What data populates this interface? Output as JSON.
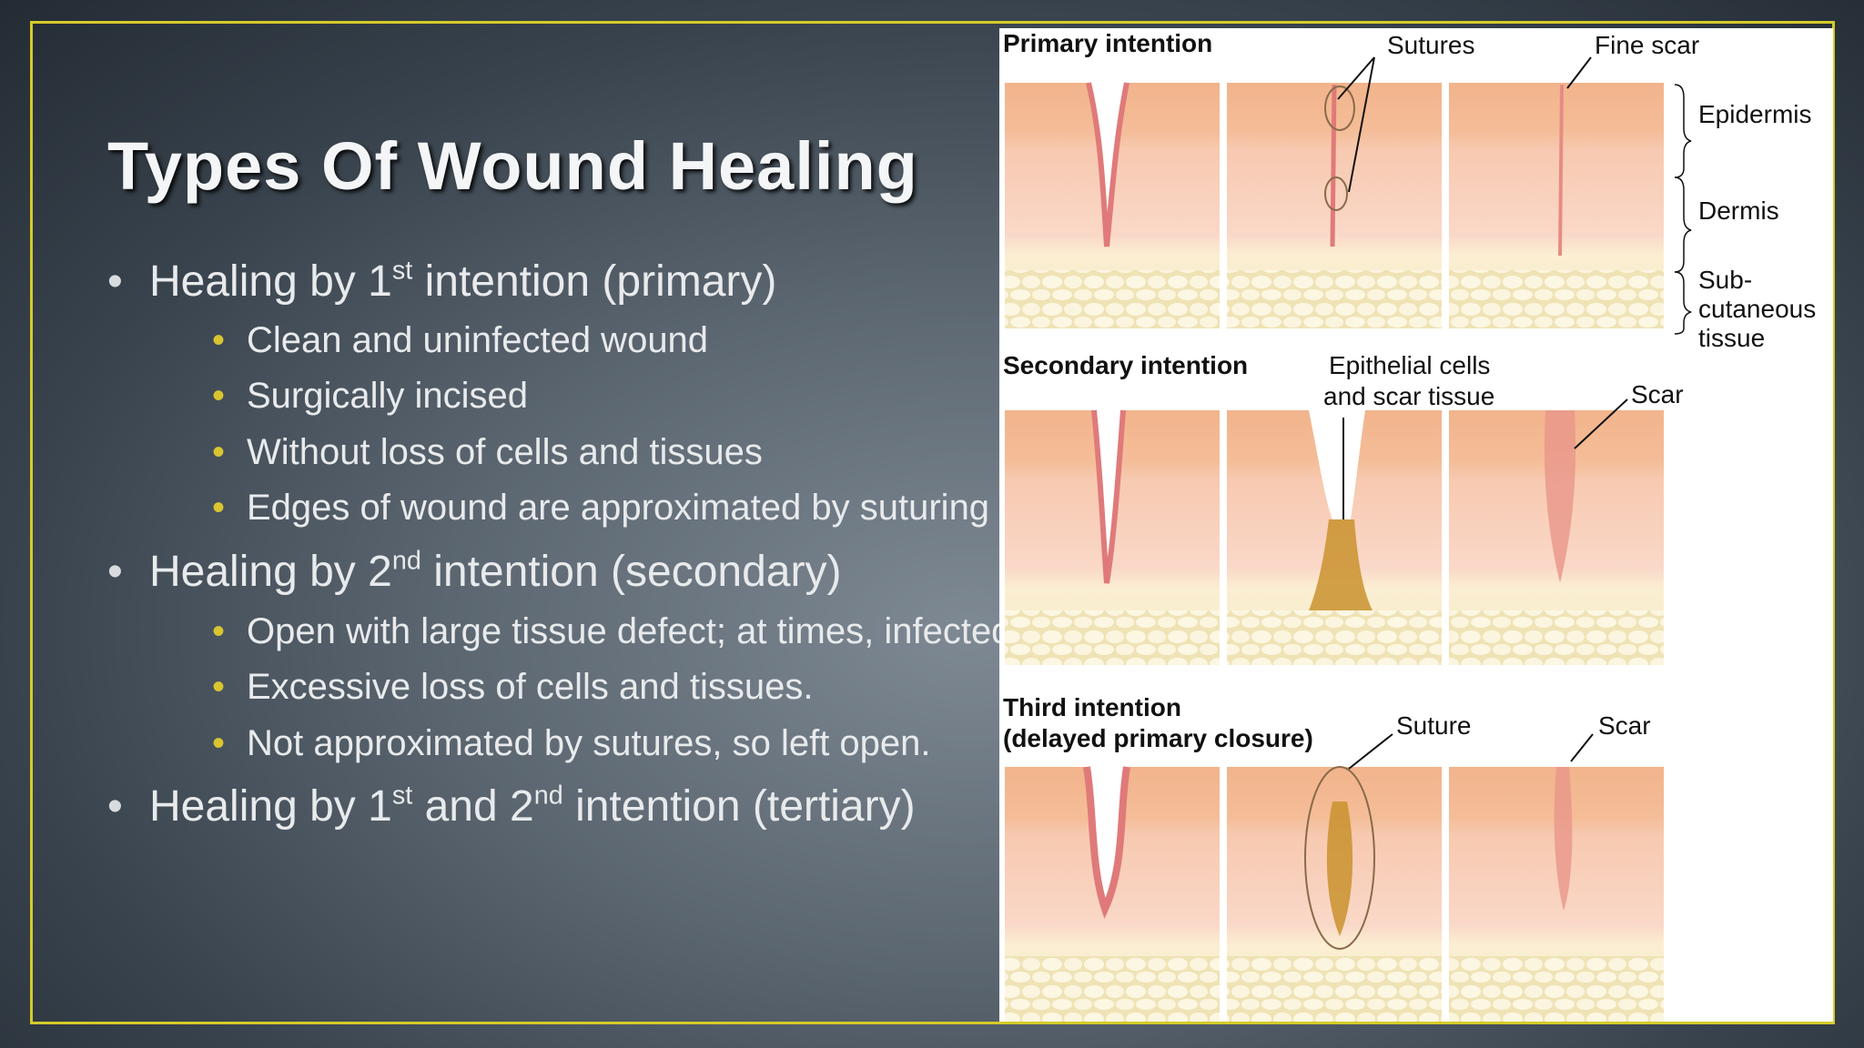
{
  "slide": {
    "title": "Types Of Wound Healing",
    "colors": {
      "frame": "#d4cb2a",
      "sub_bullet": "#d9c530",
      "text": "#e8eaec"
    }
  },
  "bullets": [
    {
      "pre": "Healing by 1",
      "sup1": "st",
      "mid": "",
      "sup2": "",
      "post": " intention (primary)",
      "items": [
        "Clean and uninfected wound",
        "Surgically incised",
        "Without loss of cells and tissues",
        "Edges of wound are approximated by suturing"
      ]
    },
    {
      "pre": "Healing by 2",
      "sup1": "nd",
      "mid": "",
      "sup2": "",
      "post": " intention (secondary)",
      "items": [
        "Open with large tissue defect; at times, infected",
        "Excessive loss of cells and tissues.",
        "Not approximated by sutures, so left open."
      ]
    },
    {
      "pre": "Healing by 1",
      "sup1": "st",
      "mid": " and 2",
      "sup2": "nd",
      "post": " intention (tertiary)",
      "items": []
    }
  ],
  "figure": {
    "primary": {
      "title": "Primary intention",
      "sutures": "Sutures",
      "fine_scar": "Fine scar"
    },
    "layers": {
      "epidermis": "Epidermis",
      "dermis": "Dermis",
      "subcut_1": "Sub-",
      "subcut_2": "cutaneous",
      "subcut_3": "tissue"
    },
    "secondary": {
      "title": "Secondary intention",
      "epi_1": "Epithelial cells",
      "epi_2": "and scar tissue",
      "scar": "Scar"
    },
    "third": {
      "title_1": "Third intention",
      "title_2": "(delayed primary closure)",
      "suture": "Suture",
      "scar": "Scar"
    }
  }
}
